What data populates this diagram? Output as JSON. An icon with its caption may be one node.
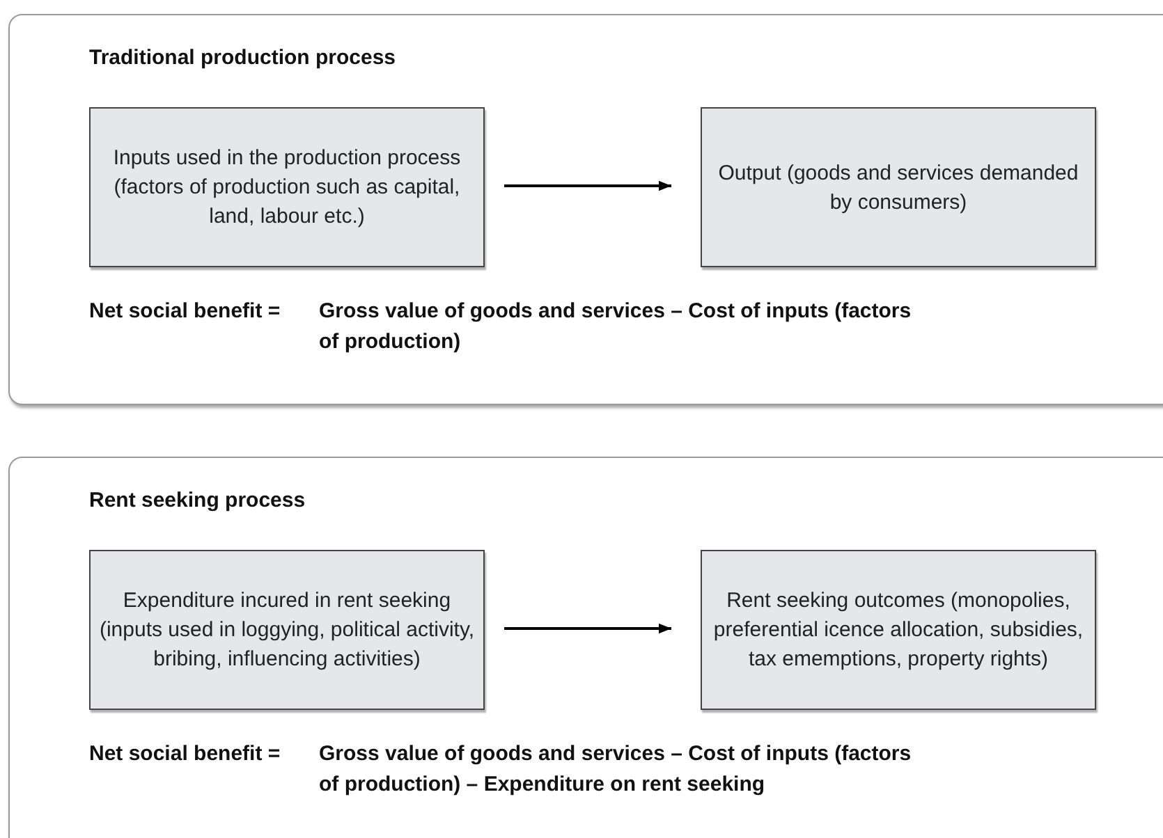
{
  "diagram": {
    "nodes": [
      {
        "text": [
          "Traditional production process",
          "Net social benefit =",
          "Gross value of goods and services – Cost of inputs (factors of production)"
        ]
      },
      {
        "text": [
          "Inputs used in the production process (factors of production such as capital, land, labour etc.)"
        ],
        "in": 0
      },
      {
        "text": [
          "Output (goods and services demanded by consumers)"
        ],
        "in": 0
      },
      {
        "text": [
          "Rent seeking process",
          "Net social benefit =",
          "Gross value of goods and services – Cost of inputs (factors of production) – Expenditure on rent seeking"
        ]
      },
      {
        "text": [
          "Expenditure incured in rent seeking (inputs used in loggying, political activity, bribing, influencing activities)"
        ],
        "in": 3
      },
      {
        "text": [
          "Rent seeking outcomes (monopolies, preferential icence allocation, subsidies, tax ememptions, property rights)"
        ],
        "in": 3
      }
    ],
    "edges": [
      {
        "from": 1,
        "to": 2,
        "arrow": "to"
      },
      {
        "from": 4,
        "to": 5,
        "arrow": "to"
      }
    ]
  }
}
